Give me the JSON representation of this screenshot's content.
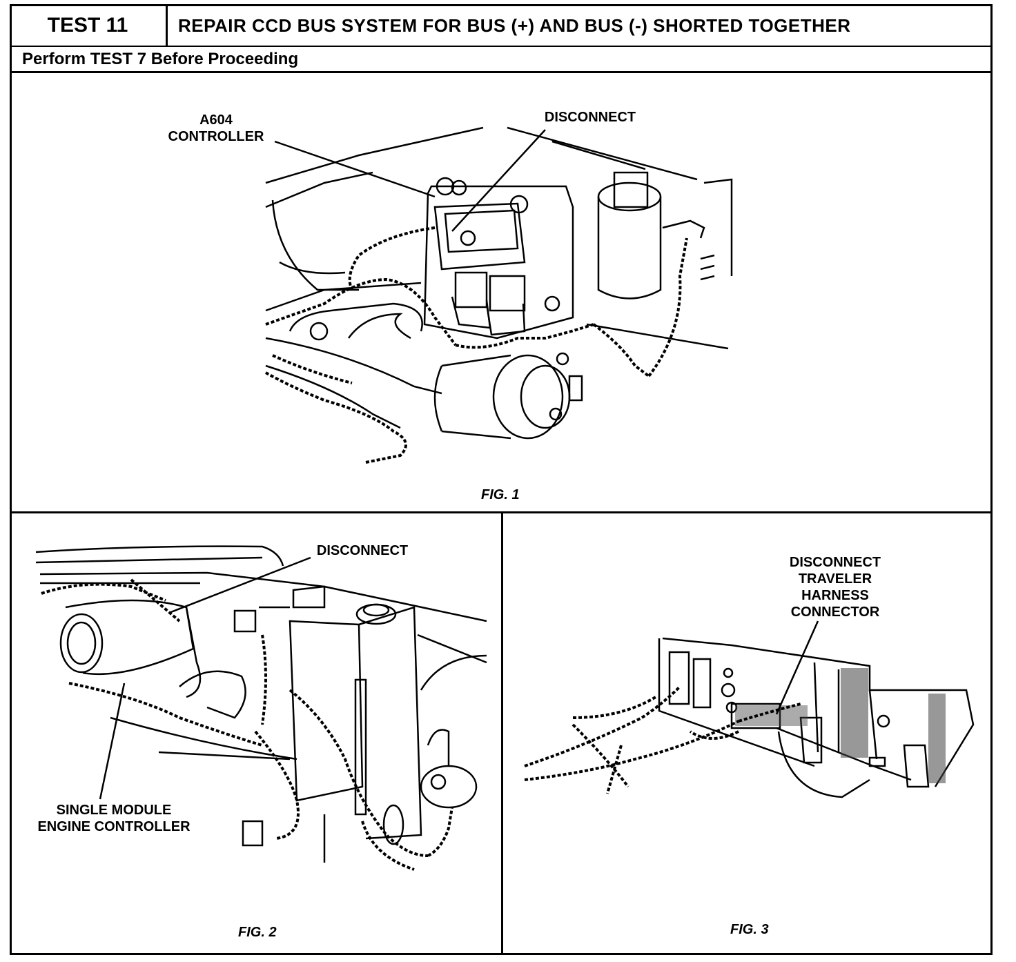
{
  "header": {
    "test_id": "TEST 11",
    "title": "REPAIR CCD BUS SYSTEM FOR BUS (+) AND BUS (-) SHORTED TOGETHER",
    "subtitle": "Perform TEST 7 Before Proceeding"
  },
  "fig1": {
    "caption": "FIG. 1",
    "label_controller": "A604\nCONTROLLER",
    "label_disconnect": "DISCONNECT"
  },
  "fig2": {
    "caption": "FIG. 2",
    "label_disconnect": "DISCONNECT",
    "label_controller": "SINGLE MODULE\nENGINE CONTROLLER"
  },
  "fig3": {
    "caption": "FIG. 3",
    "label_connector": "DISCONNECT\nTRAVELER\nHARNESS\nCONNECTOR"
  }
}
